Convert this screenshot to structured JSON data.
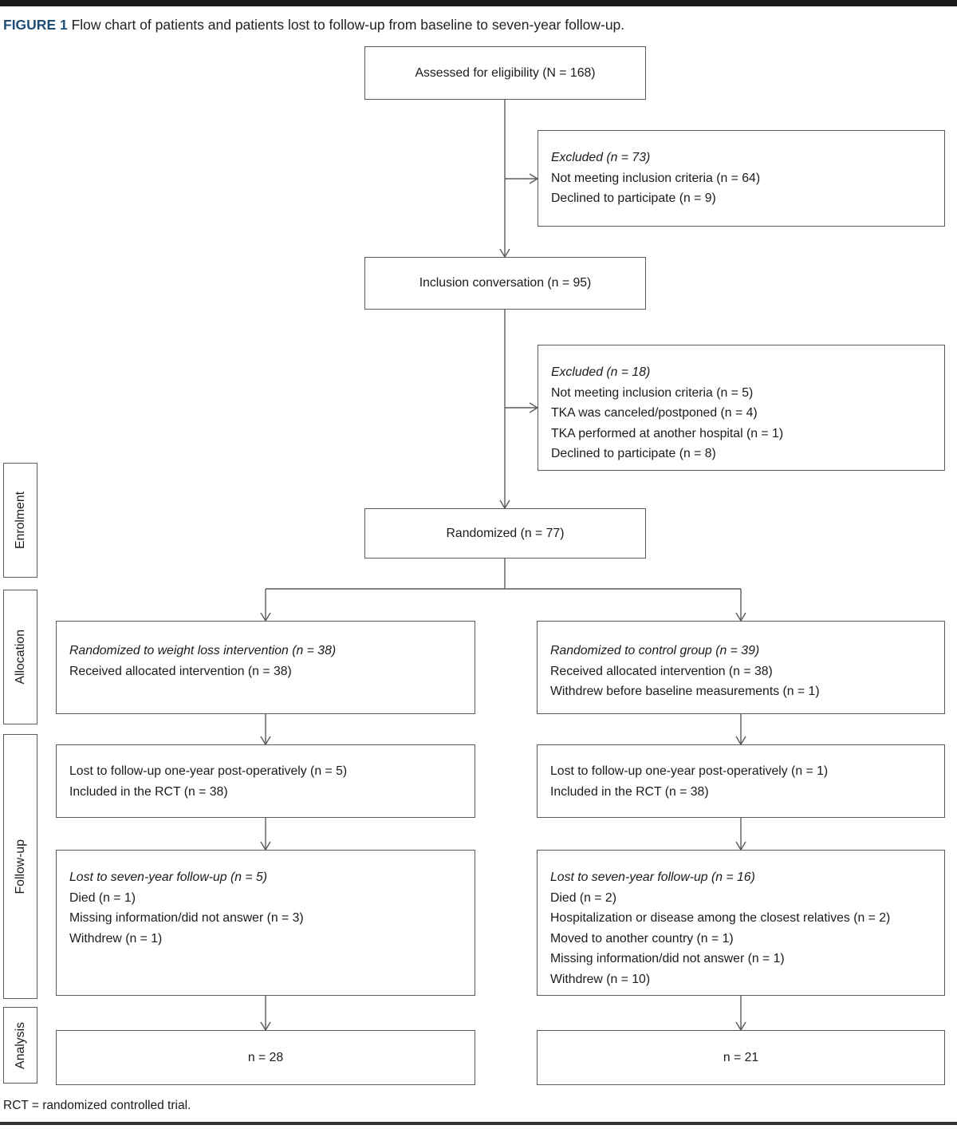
{
  "page": {
    "figure_label": "FIGURE 1",
    "title": "Flow chart of patients and patients lost to follow-up from baseline to seven-year follow-up.",
    "footnote": "RCT = randomized controlled trial."
  },
  "side_labels": {
    "enrolment": "Enrolment",
    "allocation": "Allocation",
    "followup": "Follow-up",
    "analysis": "Analysis"
  },
  "boxes": {
    "assessed": {
      "lines": [
        "Assessed for eligibility (N = 168)"
      ]
    },
    "excluded1": {
      "lines": [
        "Excluded (n = 73)",
        "Not meeting inclusion criteria (n = 64)",
        "Declined to participate (n = 9)"
      ]
    },
    "inclusion": {
      "lines": [
        "Inclusion conversation (n = 95)"
      ]
    },
    "excluded2": {
      "lines": [
        "Excluded (n = 18)",
        "Not meeting inclusion criteria (n = 5)",
        "TKA was canceled/postponed (n = 4)",
        "TKA performed at another hospital (n = 1)",
        "Declined to participate (n = 8)"
      ]
    },
    "randomized": {
      "lines": [
        "Randomized (n = 77)"
      ]
    },
    "alloc_left": {
      "lines": [
        "Randomized to weight loss intervention (n = 38)",
        "Received allocated intervention (n = 38)"
      ]
    },
    "alloc_right": {
      "lines": [
        "Randomized to control group (n = 39)",
        "Received allocated intervention (n = 38)",
        "Withdrew before baseline measurements (n = 1)"
      ]
    },
    "lost1_left": {
      "lines": [
        "Lost to follow-up one-year post-operatively (n = 5)",
        "Included in the RCT (n = 38)"
      ]
    },
    "lost1_right": {
      "lines": [
        "Lost to follow-up one-year post-operatively (n = 1)",
        "Included in the RCT (n = 38)"
      ]
    },
    "lost7_left": {
      "lines": [
        "Lost to seven-year follow-up (n = 5)",
        "Died (n = 1)",
        "Missing information/did not answer (n = 3)",
        "Withdrew (n = 1)"
      ]
    },
    "lost7_right": {
      "lines": [
        "Lost to seven-year follow-up (n = 16)",
        "Died (n = 2)",
        "Hospitalization or disease among the closest relatives (n = 2)",
        "Moved to another country (n = 1)",
        "Missing information/did not answer (n = 1)",
        "Withdrew (n = 10)"
      ]
    },
    "analysis_left": {
      "lines": [
        "n = 28"
      ]
    },
    "analysis_right": {
      "lines": [
        "n = 21"
      ]
    }
  },
  "colors": {
    "figure_label": "#1f4e79",
    "box_border": "#5a5a5a",
    "text": "#1b1b1b",
    "top_bar": "#1a1a1a",
    "bottom_rule": "#333333"
  }
}
